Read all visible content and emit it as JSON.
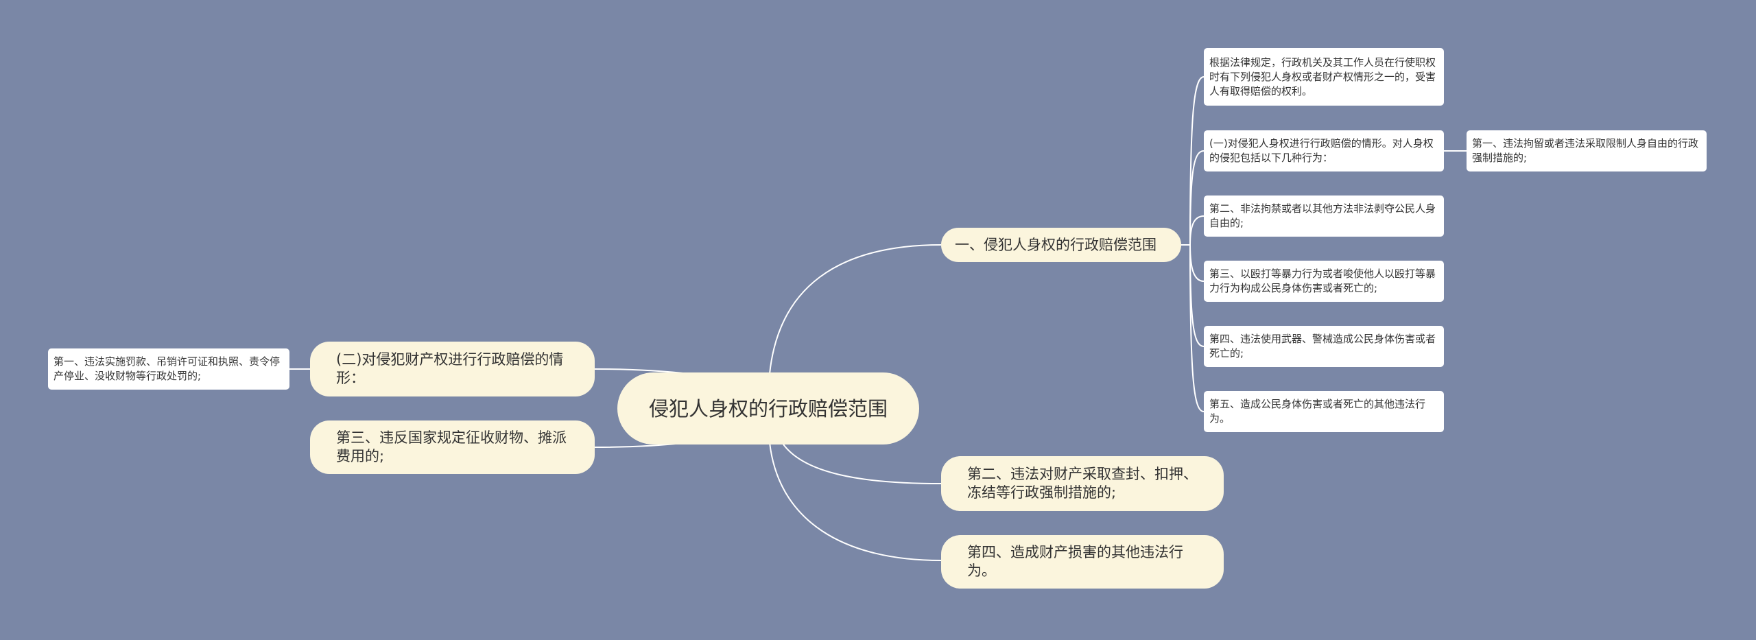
{
  "colors": {
    "background": "#7a87a6",
    "topic_fill": "#fbf5dd",
    "leaf_fill": "#ffffff",
    "connector": "#ffffff",
    "text": "#333333"
  },
  "root": {
    "label": "侵犯人身权的行政赔偿范围"
  },
  "right": {
    "personal_rights": {
      "label": "一、侵犯人身权的行政赔偿范围",
      "intro": "根据法律规定，行政机关及其工作人员在行使职权时有下列侵犯人身权或者财产权情形之一的，受害人有取得赔偿的权利。",
      "case_one": {
        "label": "(一)对侵犯人身权进行行政赔偿的情形。对人身权的侵犯包括以下几种行为：",
        "item": "第一、违法拘留或者违法采取限制人身自由的行政强制措施的;"
      },
      "items": [
        "第二、非法拘禁或者以其他方法非法剥夺公民人身自由的;",
        "第三、以殴打等暴力行为或者唆使他人以殴打等暴力行为构成公民身体伤害或者死亡的;",
        "第四、违法使用武器、警械造成公民身体伤害或者死亡的;",
        "第五、造成公民身体伤害或者死亡的其他违法行为。"
      ]
    },
    "property_seizure": {
      "label": "第二、违法对财产采取查封、扣押、冻结等行政强制措施的;"
    },
    "property_damage": {
      "label": "第四、造成财产损害的其他违法行为。"
    }
  },
  "left": {
    "property_rights": {
      "label": "(二)对侵犯财产权进行行政赔偿的情形：",
      "item": "第一、违法实施罚款、吊销许可证和执照、责令停产停业、没收财物等行政处罚的;"
    },
    "requisition": {
      "label": "第三、违反国家规定征收财物、摊派费用的;"
    }
  }
}
